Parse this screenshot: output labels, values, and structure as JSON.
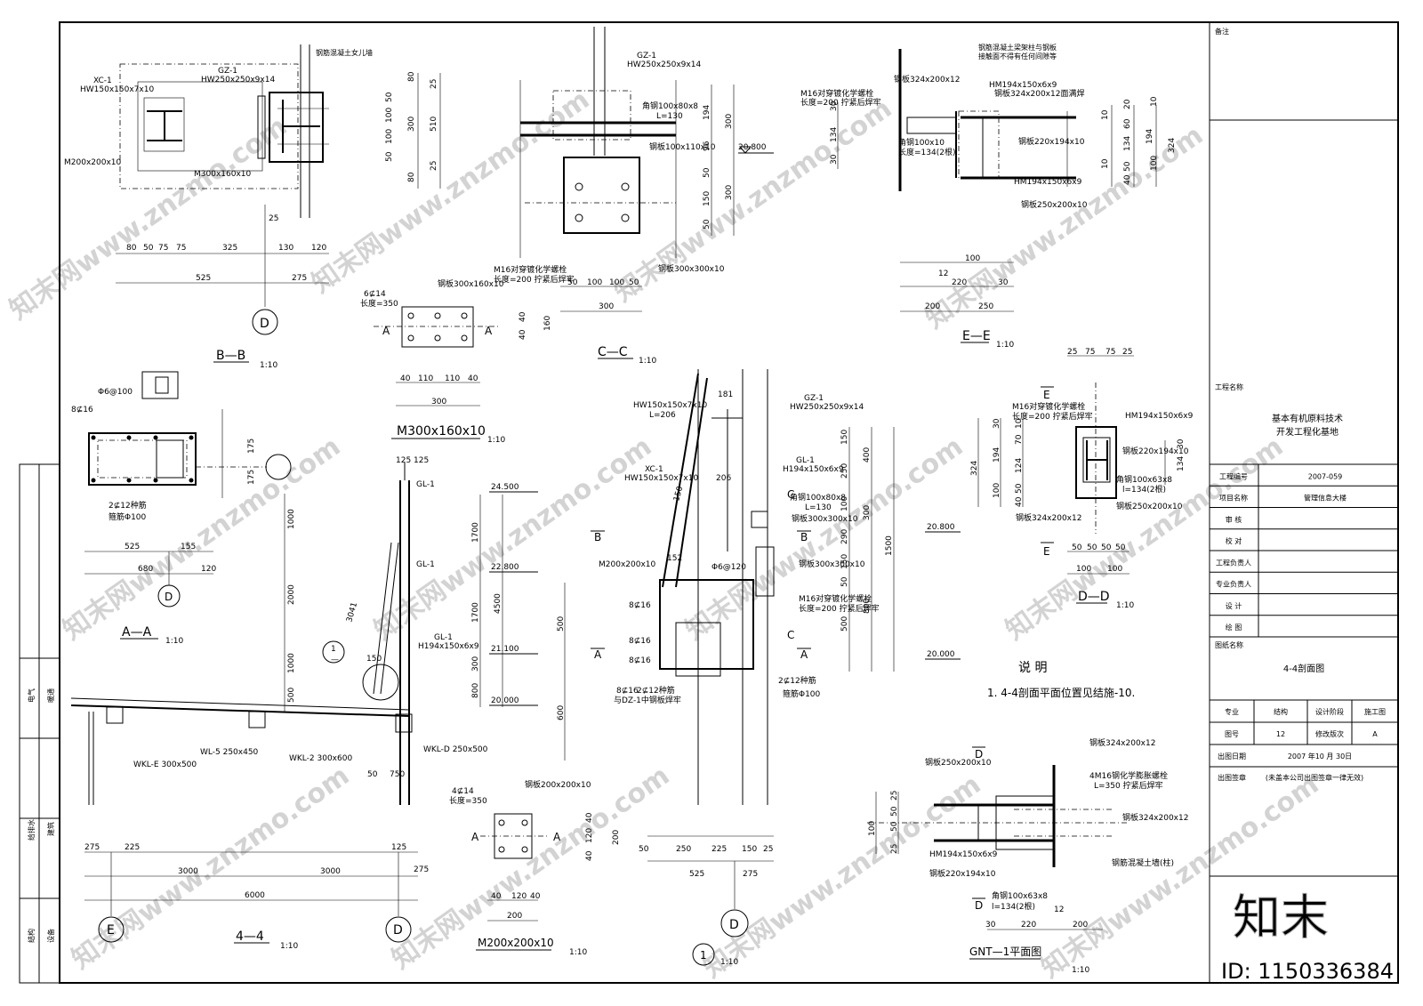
{
  "title_block": {
    "remarks_label": "备注",
    "project_label": "工程名称",
    "project_name_line1": "基本有机原料技术",
    "project_name_line2": "开发工程化基地",
    "rows": [
      {
        "label": "工程编号",
        "value": "2007-059"
      },
      {
        "label": "项目名称",
        "value": "管理信息大楼"
      },
      {
        "label": "审 核",
        "value": ""
      },
      {
        "label": "校 对",
        "value": ""
      },
      {
        "label": "工程负责人",
        "value": ""
      },
      {
        "label": "专业负责人",
        "value": ""
      },
      {
        "label": "设 计",
        "value": ""
      },
      {
        "label": "绘 图",
        "value": ""
      }
    ],
    "drawing_name_label": "图纸名称",
    "drawing_name": "4-4剖面图",
    "meta_header": [
      "专业",
      "结构",
      "设计阶段",
      "施工图"
    ],
    "meta_row": [
      "图号",
      "12",
      "修改版次",
      "A"
    ],
    "date_label": "出图日期",
    "date_value": "2007    年10  月 30日",
    "stamp_label": "出图签章",
    "stamp_note": "(未盖本公司出图签章一律无效)",
    "logo": "知末",
    "id_text": "ID: 1150336384"
  },
  "left_strip": {
    "labels": [
      "电气",
      "暖通",
      "给排水",
      "建筑",
      "结构",
      "设备"
    ]
  },
  "explanation": {
    "title": "说  明",
    "line1": "1. 4-4剖面平面位置见结施-10."
  },
  "views": {
    "bb": {
      "title": "B—B",
      "scale": "1:10"
    },
    "cc": {
      "title": "C—C",
      "scale": "1:10"
    },
    "ee": {
      "title": "E—E",
      "scale": "1:10"
    },
    "aa": {
      "title": "A—A",
      "scale": "1:10"
    },
    "dd": {
      "title": "D—D",
      "scale": "1:10"
    },
    "s44": {
      "title": "4—4",
      "scale": "1:10"
    },
    "m300": {
      "title": "M300x160x10",
      "scale": "1:10"
    },
    "m200": {
      "title": "M200x200x10",
      "scale": "1:10"
    },
    "d1": {
      "title": "1",
      "scale": "1:10"
    },
    "gnt": {
      "title": "GNT—1平面图",
      "scale": "1:10"
    }
  },
  "labels": {
    "xc1": "XC-1",
    "hw150": "HW150x150x7x10",
    "gz1": "GZ-1",
    "hw250": "HW250x250x9x14",
    "m200": "M200x200x10",
    "m300": "M300x160x10",
    "wall_top": "钢筋混凝土女儿墙",
    "angle100": "角钢100x80x8",
    "l130": "L=130",
    "plate100": "钢板100x110x10",
    "m16": "M16对穿镀化学螺栓",
    "m16len": "长度=200 拧紧后焊牢",
    "plate300": "钢板300x300x10",
    "plate300x160": "钢板300x160x10",
    "bars614": "6⊈14",
    "len350": "长度=350",
    "ee_note1": "钢筋混凝土梁架柱与钢板",
    "ee_note2": "接触面不得有任何间隙等",
    "hm194": "HM194x150x6x9",
    "plate324_t": "钢板324x200x12面满焊",
    "plate324": "钢板324x200x12",
    "angle100x": "角钢100x10",
    "len134": "长度=134(2根)",
    "plate220": "钢板220x194x10",
    "plate250": "钢板250x200x10",
    "gl1": "GL-1",
    "h194": "H194x150x6x9",
    "wkle": "WKL-E  300x500",
    "wl5": "WL-5  250x450",
    "wkl2": "WKL-2  300x600",
    "wkld": "WKL-D  250x500",
    "a8_16": "8⊈16",
    "a6_100": "Φ6@100",
    "a2_12": "2⊈12种筋",
    "hoop": "箍筋Φ100",
    "l206": "L=206",
    "phi6_120": "Φ6@120",
    "bars414": "4⊈14",
    "plate200": "钢板200x200x10",
    "m16_4": "4M16钢化学膨胀螺栓",
    "l350": "L=350 拧紧后焊牢",
    "angle63": "角钢100x63x8",
    "l134": "l=134(2根)",
    "wall": "钢筋混凝土墙(柱)",
    "dz": "与DZ-1中钢板焊牢"
  },
  "elevations": [
    "24.500",
    "22.800",
    "21.100",
    "20.000",
    "20.800",
    "20.000"
  ],
  "axes": [
    "D",
    "E",
    "D",
    "D",
    "1"
  ]
}
